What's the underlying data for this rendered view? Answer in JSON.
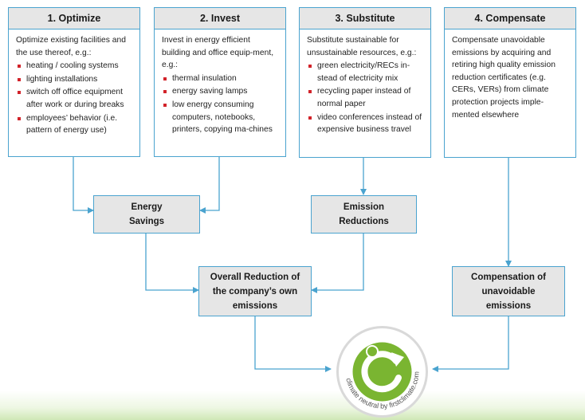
{
  "columns": [
    {
      "title": "1. Optimize",
      "intro": "Optimize existing facilities and the use thereof, e.g.:",
      "bullets": [
        "heating / cooling systems",
        "lighting installations",
        "switch off office equipment after work or during breaks",
        "employees’ behavior (i.e. pattern of energy use)"
      ]
    },
    {
      "title": "2. Invest",
      "intro": "Invest in energy efficient building and office equip-ment, e.g.:",
      "bullets": [
        "thermal insulation",
        "energy saving lamps",
        "low energy consuming computers, notebooks, printers, copying ma-chines"
      ]
    },
    {
      "title": "3. Substitute",
      "intro": "Substitute sustainable for unsustainable resources, e.g.:",
      "bullets": [
        "green electricity/RECs in-stead of electricity mix",
        "recycling paper instead of normal paper",
        "video conferences instead of expensive business travel"
      ]
    },
    {
      "title": "4. Compensate",
      "intro": "Compensate unavoidable emissions by acquiring and retiring high quality emission reduction certificates (e.g. CERs, VERs) from climate protection projects imple-mented elsewhere",
      "bullets": []
    }
  ],
  "nodes": {
    "energy_savings": "Energy Savings",
    "emission_reductions": "Emission Reductions",
    "overall_reduction": "Overall Reduction of the company’s own emissions",
    "compensation": "Compensation of unavoidable emissions"
  },
  "logo": {
    "text": "climate neutral by firstclimate.com",
    "colors": {
      "green": "#7ab531",
      "ring": "#d9d9d9",
      "text": "#555555"
    }
  },
  "colors": {
    "border": "#4aa3cf",
    "header_bg": "#e6e6e6",
    "bullet": "#d2232a"
  }
}
